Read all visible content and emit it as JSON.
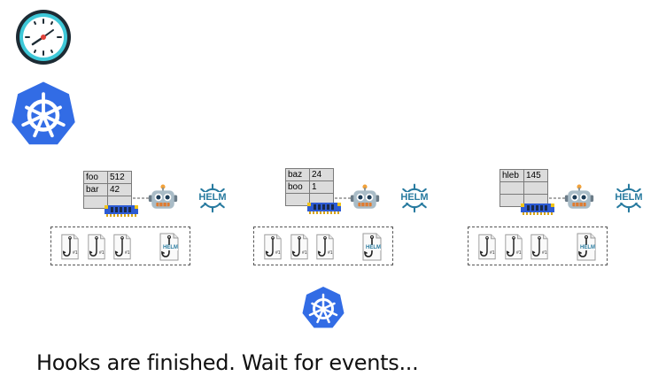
{
  "icons": {
    "clock": "clock-icon",
    "kubernetes": "kubernetes-icon",
    "robot": "robot-icon",
    "memory": "memory-chip-icon",
    "hook": "hook-file-icon",
    "helm_file": "helm-file-icon"
  },
  "colors": {
    "kubernetes_blue": "#326ce5",
    "helm_blue": "#277a9f",
    "clock_teal": "#3ec8d8",
    "chip_blue": "#2d5bd3"
  },
  "helm_label": "HELM",
  "hook_label": "#1",
  "instances": [
    {
      "table": [
        {
          "key": "foo",
          "value": "512"
        },
        {
          "key": "bar",
          "value": "42"
        },
        {
          "key": "",
          "value": ""
        }
      ]
    },
    {
      "table": [
        {
          "key": "baz",
          "value": "24"
        },
        {
          "key": "boo",
          "value": "1"
        },
        {
          "key": "",
          "value": ""
        }
      ]
    },
    {
      "table": [
        {
          "key": "hleb",
          "value": "145"
        },
        {
          "key": "",
          "value": ""
        },
        {
          "key": "",
          "value": ""
        }
      ]
    }
  ],
  "caption": "Hooks are finished. Wait for events..."
}
